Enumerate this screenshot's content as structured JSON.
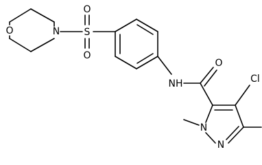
{
  "atoms": {
    "morpholine_o": "O",
    "morpholine_n": "N",
    "sulfonyl_s": "S",
    "sulfonyl_o_top": "O",
    "sulfonyl_o_bottom": "O",
    "amide_nh": "NH",
    "carbonyl_o": "O",
    "chloro": "Cl",
    "pyrazole_n1": "N",
    "pyrazole_n2": "N"
  }
}
